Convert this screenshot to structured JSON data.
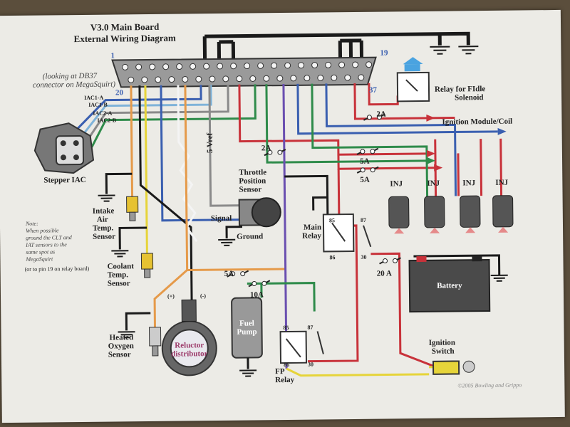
{
  "title": {
    "line1": "V3.0 Main Board",
    "line2": "External Wiring Diagram"
  },
  "connector": {
    "note_line1": "(looking at DB37",
    "note_line2": "connector on MegaSquirt)",
    "pin_1": "1",
    "pin_19": "19",
    "pin_20": "20",
    "pin_37": "37"
  },
  "iac": {
    "a1": "IAC1-A",
    "b1": "IAC1-B",
    "a2": "IAC2-A",
    "b2": "IAC2-B",
    "label": "Stepper IAC"
  },
  "sensors": {
    "iat_1": "Intake",
    "iat_2": "Air",
    "iat_3": "Temp.",
    "iat_4": "Sensor",
    "clt_1": "Coolant",
    "clt_2": "Temp.",
    "clt_3": "Sensor",
    "o2_1": "Heated",
    "o2_2": "Oxygen",
    "o2_3": "Sensor",
    "tps_1": "Throttle",
    "tps_2": "Position",
    "tps_3": "Sensor",
    "vref": "5 Vref",
    "signal": "Signal",
    "ground": "Ground"
  },
  "note": {
    "l1": "Note:",
    "l2": "When possible",
    "l3": "ground the CLT and",
    "l4": "IAT sensors to the",
    "l5": "same spot as",
    "l6": "MegaSquirt",
    "l7": "(or to pin 19 on relay board)"
  },
  "distributor": {
    "line1": "Reluctor",
    "line2": "distributor",
    "plus": "(+)",
    "minus": "(-)"
  },
  "relays": {
    "fidle_1": "Relay for FIdle",
    "fidle_2": "Solenoid",
    "main_1": "Main",
    "main_2": "Relay",
    "fp_1": "FP",
    "fp_2": "Relay",
    "p85": "85",
    "p86": "86",
    "p87": "87",
    "p30": "30"
  },
  "fuses": {
    "f2a_top": "2A",
    "f2a_mid": "2A",
    "f5a_1": "5A",
    "f5a_2": "5A",
    "f5a_low": "5A",
    "f10a": "10A",
    "f20a": "20 A"
  },
  "outputs": {
    "ignition": "Ignition Module/Coil",
    "inj1": "INJ",
    "inj2": "INJ",
    "inj3": "INJ",
    "inj4": "INJ"
  },
  "pump": {
    "line1": "Fuel",
    "line2": "Pump"
  },
  "battery": "Battery",
  "ignition_switch": {
    "line1": "Ignition",
    "line2": "Switch"
  },
  "copyright": "©2005 Bowling and Grippo",
  "colors": {
    "black": "#1a1a1a",
    "red": "#c8323a",
    "green": "#2e8b4a",
    "blue": "#3a5fb0",
    "purple": "#6a4fb0",
    "yellow": "#e6d43a",
    "orange": "#e59a4a",
    "gray": "#8a8a8a",
    "white": "#f4f4f4",
    "lightblue": "#7fb3d9"
  }
}
